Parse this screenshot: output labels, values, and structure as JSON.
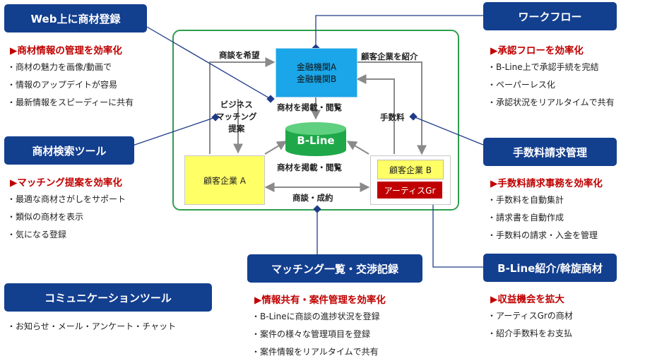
{
  "sections": {
    "web": {
      "title": "Web上に商材登録",
      "heading": "▶商材情報の管理を効率化",
      "bullets": [
        "商材の魅力を画像/動画で",
        "情報のアップデイトが容易",
        "最新情報をスピーディーに共有"
      ]
    },
    "search": {
      "title": "商材検索ツール",
      "heading": "▶マッチング提案を効率化",
      "bullets": [
        "最適な商材さがしをサポート",
        "類似の商材を表示",
        "気になる登録"
      ]
    },
    "comm": {
      "title": "コミュニケーションツール",
      "bullets": [
        "お知らせ・メール・アンケート・チャット"
      ]
    },
    "workflow": {
      "title": "ワークフロー",
      "heading": "▶承認フローを効率化",
      "bullets": [
        "B-Line上で承認手続を完結",
        "ペーパーレス化",
        "承認状況をリアルタイムで共有"
      ]
    },
    "fee": {
      "title": "手数料請求管理",
      "heading": "▶手数料請求事務を効率化",
      "bullets": [
        "手数料を自動集計",
        "請求書を自動作成",
        "手数料の請求・入金を管理"
      ]
    },
    "intro": {
      "title": "B-Line紹介/斡旋商材",
      "heading": "▶収益機会を拡大",
      "bullets": [
        "アーティスGrの商材",
        "紹介手数料をお支払"
      ]
    },
    "matching": {
      "title": "マッチング一覧・交渉記録",
      "heading": "▶情報共有・案件管理を効率化",
      "bullets": [
        "B-Lineに商談の進捗状況を登録",
        "案件の様々な管理項目を登録",
        "案件情報をリアルタイムで共有"
      ]
    }
  },
  "diagram": {
    "bank_a": "金融機関A",
    "bank_b": "金融機関B",
    "bline": "B-Line",
    "client_a": "顧客企業 A",
    "client_b": "顧客企業 B",
    "artis": "アーティスGr",
    "labels": {
      "request": "商談を希望",
      "introduce": "顧客企業を紹介",
      "post_top": "商材を掲載・閲覧",
      "biz_line1": "ビジネス",
      "biz_line2": "マッチング",
      "biz_line3": "提案",
      "fee": "手数料",
      "post_mid": "商材を掲載・閲覧",
      "deal": "商談・成約"
    }
  },
  "colors": {
    "tag_bg": "#133f8f",
    "heading": "#c00000",
    "frame": "#2e9e4f",
    "bank_fill": "#1aa6e8",
    "bline_fill": "#1ea84a",
    "client_fill": "#ffff66",
    "artis_fill": "#c00000",
    "connector": "#1f3c88"
  }
}
